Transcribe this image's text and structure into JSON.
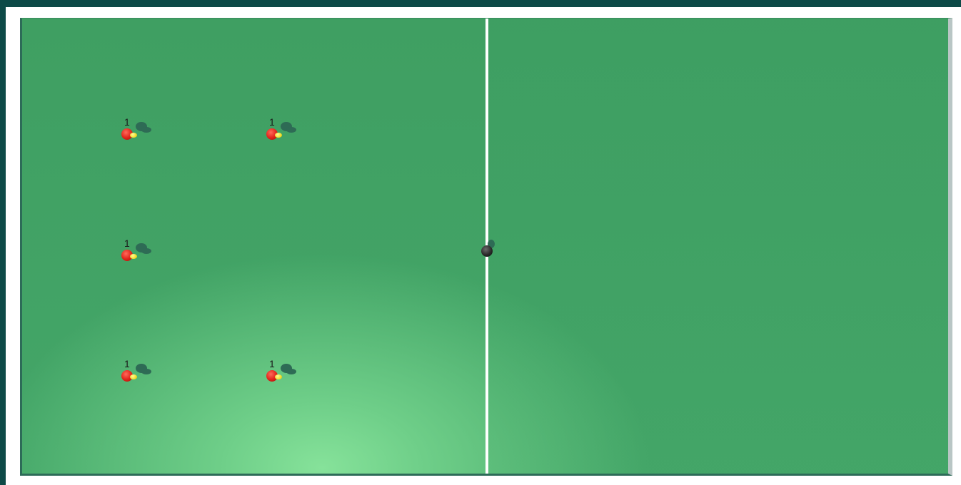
{
  "scene": {
    "colors": {
      "background": "#0d4a47",
      "field": "#44a668",
      "center_line": "#ffffff",
      "player_body": "#e0231a",
      "player_hand": "#f0d81a"
    }
  },
  "team": {
    "players": [
      {
        "number": "1"
      },
      {
        "number": "1"
      },
      {
        "number": "1"
      },
      {
        "number": "1"
      },
      {
        "number": "1"
      }
    ]
  },
  "ball": {
    "icon": "ball-icon"
  }
}
